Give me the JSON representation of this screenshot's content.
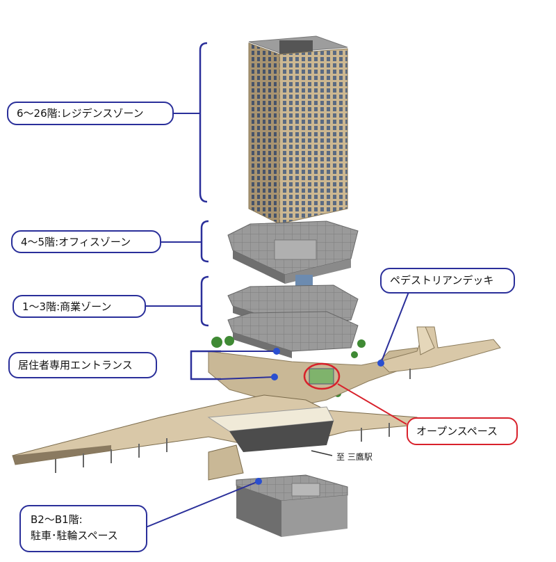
{
  "labels": {
    "residence": "6～26階:レジデンスゾーン",
    "office": "4～5階:オフィスゾーン",
    "commercial": "1～3階:商業ゾーン",
    "entrance": "居住者専用エントランス",
    "pedestrian_deck": "ペデストリアンデッキ",
    "open_space": "オープンスペース",
    "to_station": "至 三鷹駅",
    "parking_line1": "B2～B1階:",
    "parking_line2": "駐車･駐輪スペース"
  },
  "colors": {
    "callout_blue": "#2a2f9a",
    "callout_red": "#d8212b",
    "tower_facade": "#c8b48e",
    "roof_grey": "#8e8e8e",
    "deck_beige": "#d9c8a8",
    "tree_green": "#3f8a34"
  }
}
